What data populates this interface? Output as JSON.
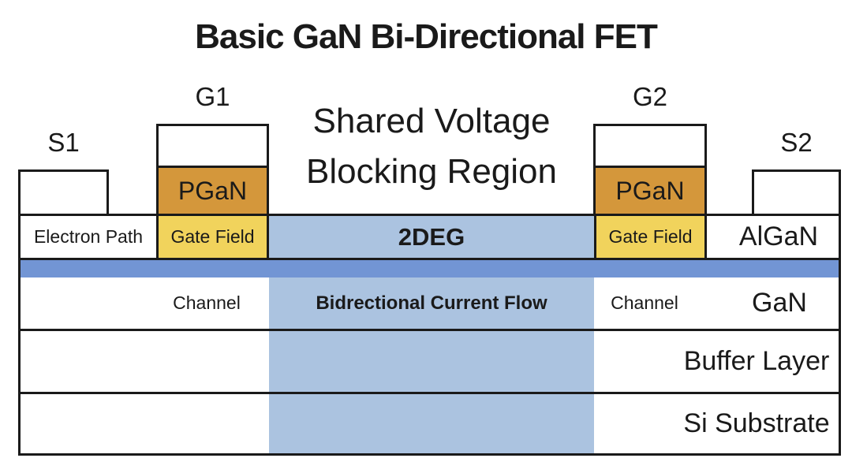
{
  "title": "Basic GaN Bi-Directional FET",
  "electrodes": {
    "g1": "G1",
    "g2": "G2",
    "s1": "S1",
    "s2": "S2"
  },
  "annotation": {
    "line1": "Shared Voltage",
    "line2": "Blocking Region"
  },
  "layers": {
    "pgan": "PGaN",
    "gate_field": "Gate Field",
    "electron_path": "Electron Path",
    "two_deg": "2DEG",
    "algan": "AlGaN",
    "channel": "Channel",
    "current_flow": "Bidrectional Current Flow",
    "gan": "GaN",
    "buffer": "Buffer Layer",
    "substrate": "Si Substrate"
  },
  "colors": {
    "pgan": "#D4973B",
    "gate_field": "#F1D35C",
    "light_blue": "#ABC3E0",
    "stripe_blue": "#7295D4",
    "line": "#1A1A1A",
    "text": "#1A1A1A"
  }
}
